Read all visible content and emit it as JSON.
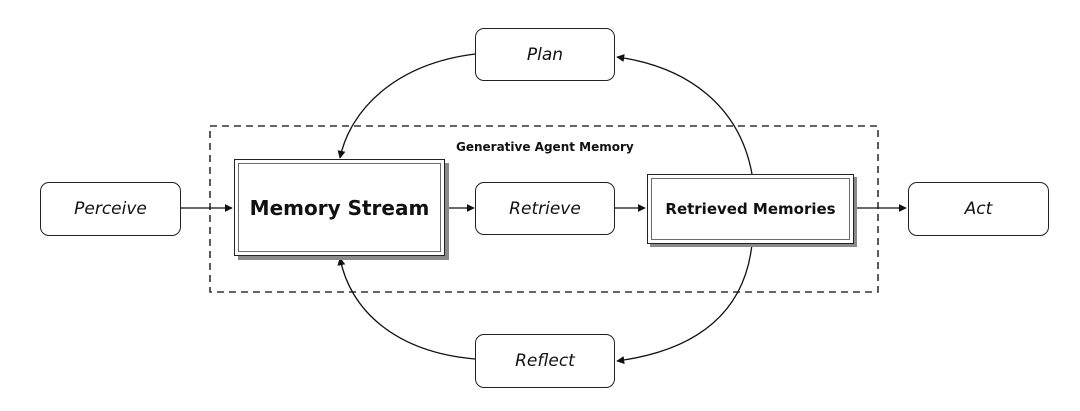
{
  "group": {
    "title": "Generative Agent Memory"
  },
  "nodes": {
    "perceive": "Perceive",
    "memory_stream": "Memory Stream",
    "retrieve": "Retrieve",
    "retrieved_memories": "Retrieved Memories",
    "act": "Act",
    "plan": "Plan",
    "reflect": "Reflect"
  },
  "edges": [
    {
      "from": "Perceive",
      "to": "Memory Stream"
    },
    {
      "from": "Memory Stream",
      "to": "Retrieve"
    },
    {
      "from": "Retrieve",
      "to": "Retrieved Memories"
    },
    {
      "from": "Retrieved Memories",
      "to": "Act"
    },
    {
      "from": "Retrieved Memories",
      "to": "Plan"
    },
    {
      "from": "Plan",
      "to": "Memory Stream"
    },
    {
      "from": "Retrieved Memories",
      "to": "Reflect"
    },
    {
      "from": "Reflect",
      "to": "Memory Stream"
    }
  ]
}
